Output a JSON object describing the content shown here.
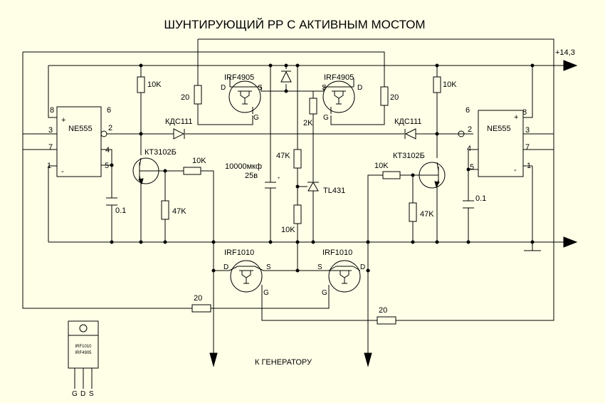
{
  "title": "ШУНТИРУЮЩИЙ РР С АКТИВНЫМ МОСТОМ",
  "bottom_label": "К ГЕНЕРАТОРУ",
  "supply_label": "+14,3",
  "ics": {
    "left": {
      "name": "NE555",
      "plus": "+",
      "minus": "-",
      "pins": {
        "p8": "8",
        "p6": "6",
        "p2": "2",
        "p3": "3",
        "p7": "7",
        "p4": "4",
        "p5": "5",
        "p1": "1"
      }
    },
    "right": {
      "name": "NE555",
      "plus": "+",
      "minus": "-",
      "pins": {
        "p6": "6",
        "p8": "8",
        "p2": "2",
        "p3": "3",
        "p4": "4",
        "p7": "7",
        "p5": "5",
        "p1": "1"
      }
    }
  },
  "mosfets": {
    "p_left": {
      "name": "IRF4905",
      "d": "D",
      "s": "S",
      "g": "G"
    },
    "p_right": {
      "name": "IRF4905",
      "s": "S",
      "d": "D",
      "g": "G"
    },
    "n_left": {
      "name": "IRF1010",
      "d": "D",
      "s": "S",
      "g": "G"
    },
    "n_right": {
      "name": "IRF1010",
      "s": "S",
      "d": "D",
      "g": "G"
    }
  },
  "transistors": {
    "left": "КТ3102Б",
    "right": "КТ3102Б"
  },
  "diodes": {
    "left": "КДС111",
    "right": "КДС111"
  },
  "regulator": "TL431",
  "capacitors": {
    "main_value": "10000мкф",
    "main_voltage": "25в",
    "main_plus": "+",
    "left": "0.1",
    "right": "0.1"
  },
  "resistors": {
    "gate_p_left": "20",
    "gate_p_right": "20",
    "pullup_left": "10K",
    "pullup_right": "10K",
    "base_left": "10K",
    "base_right": "10K",
    "be_left": "47K",
    "be_right": "47K",
    "r2k": "2K",
    "div_top": "47K",
    "div_bottom": "10K",
    "gate_n_left": "20",
    "gate_n_right": "20"
  },
  "package": {
    "line1": "IRF1010",
    "line2": "IRF4905",
    "pin_g": "G",
    "pin_d": "D",
    "pin_s": "S"
  }
}
